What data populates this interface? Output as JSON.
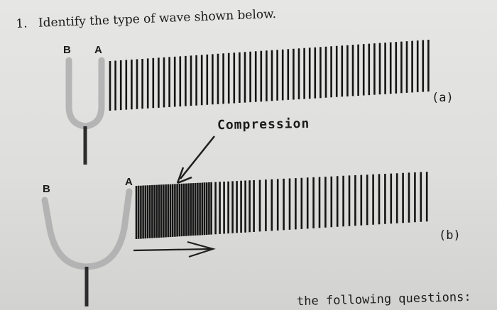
{
  "question": {
    "number": "1.",
    "text": "Identify the type of wave shown below."
  },
  "diagram_a": {
    "fork_label_left": "B",
    "fork_label_right": "A",
    "caption": "(a)"
  },
  "diagram_b": {
    "fork_label_left": "B",
    "fork_label_right": "A",
    "caption": "(b)",
    "annotation": "Compression"
  },
  "footer_text": "the following questions:"
}
